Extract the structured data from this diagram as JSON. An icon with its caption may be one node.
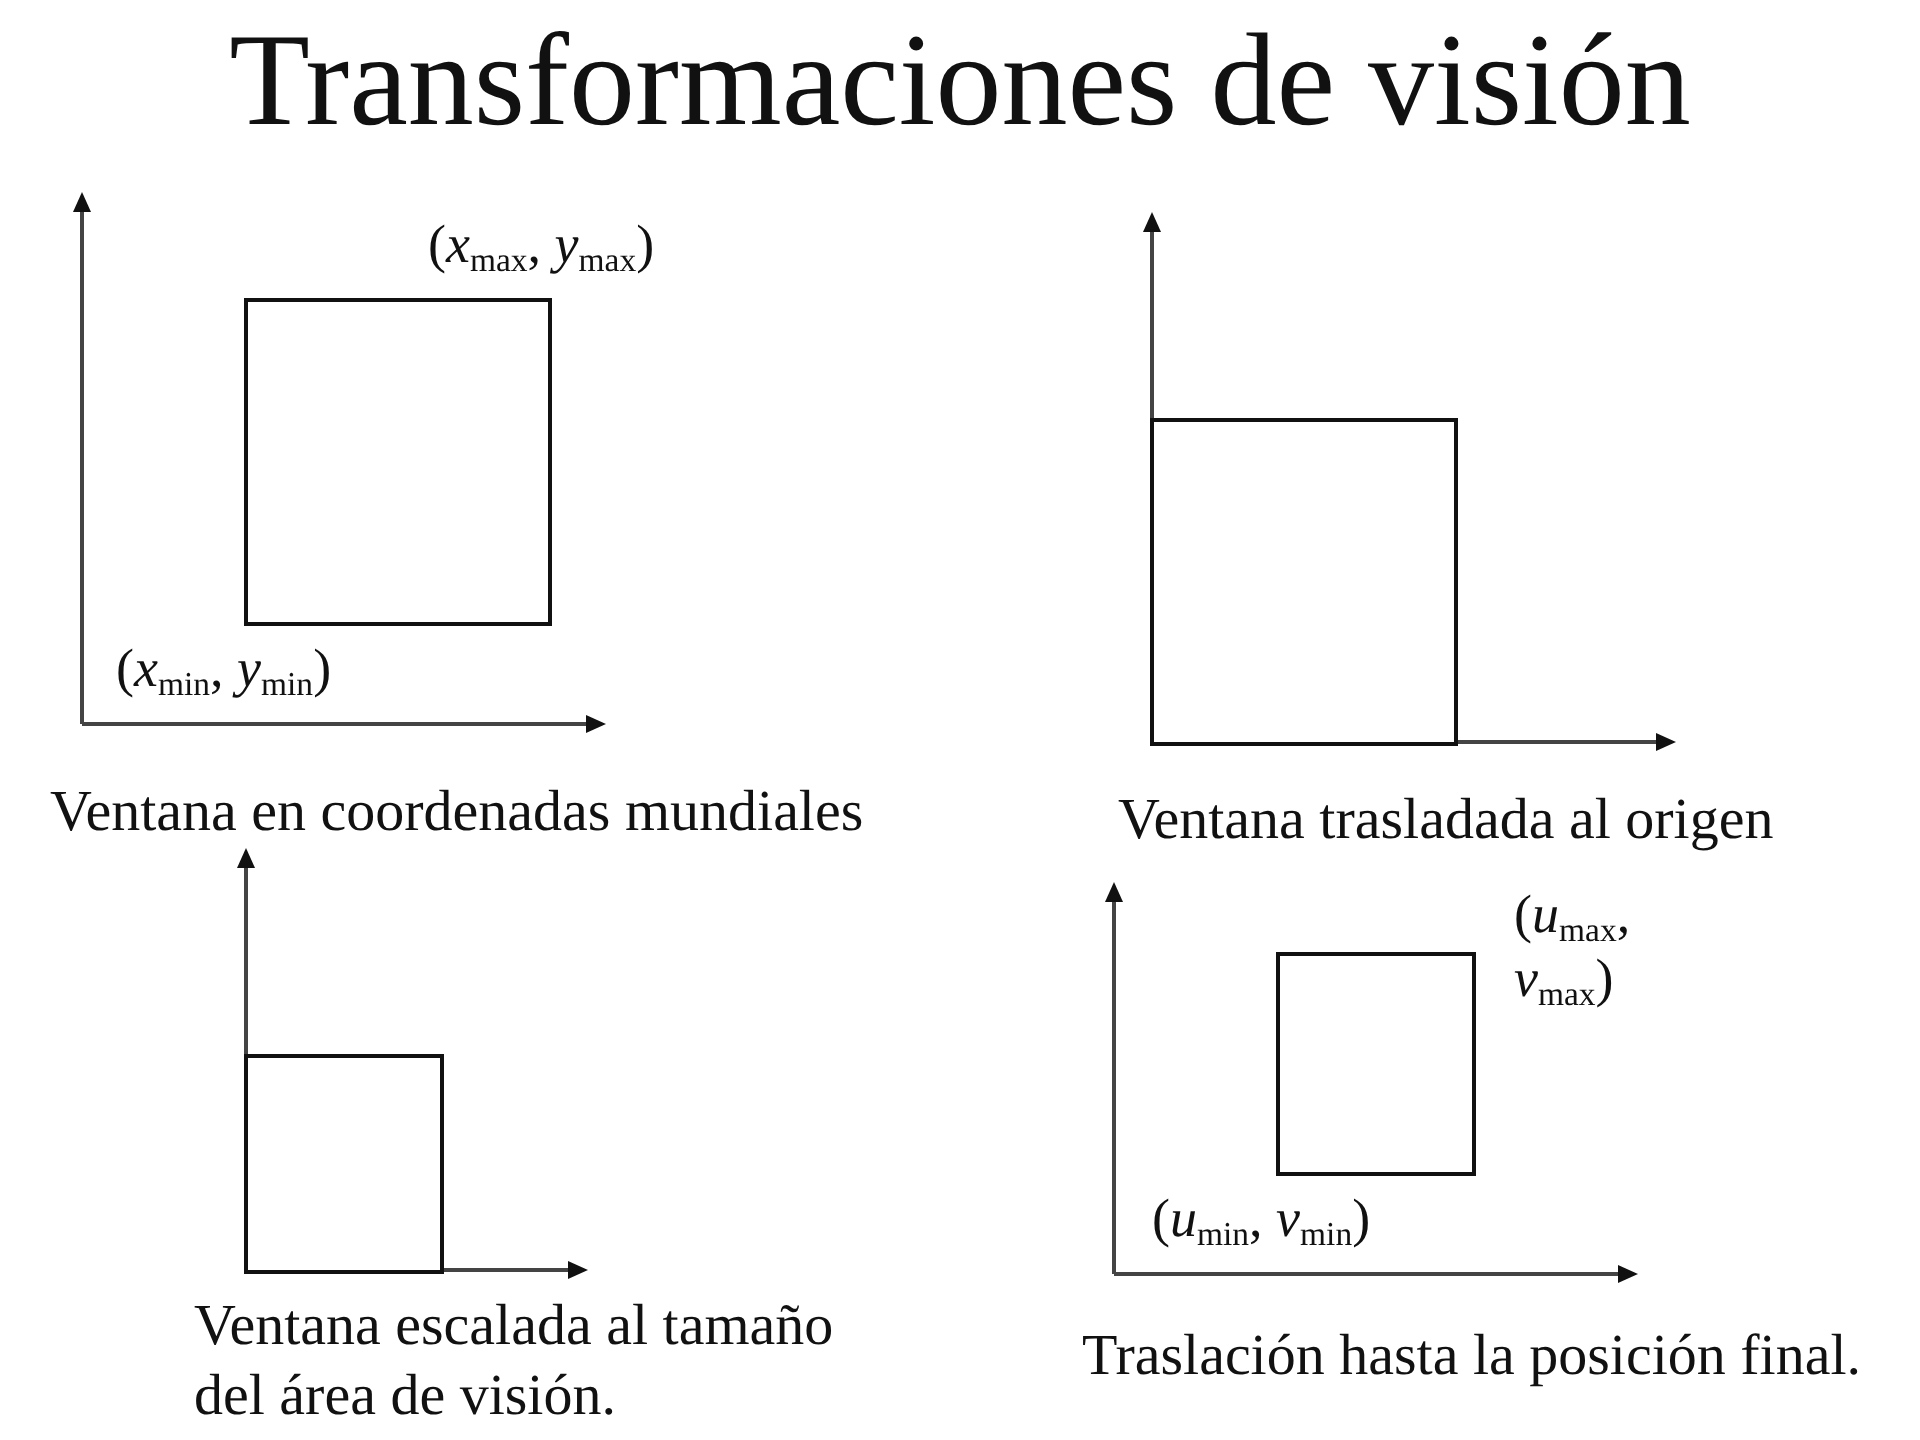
{
  "diagram": {
    "title": "Transformaciones de visión",
    "nodes": [
      {
        "text": [],
        "shape": "box",
        "beside": [
          "(*x*$_{max}$, *y*$_{max}$)",
          "(*x*$_{min}$, *y*$_{min}$)"
        ]
      },
      {
        "text": [],
        "shape": "box"
      },
      {
        "text": [],
        "shape": "box"
      },
      {
        "text": [],
        "shape": "box",
        "beside": [
          "(*u*$_{max}$, *v*$_{max}$)",
          "(*u*$_{min}$, *v*$_{min}$)"
        ]
      }
    ],
    "labels": [
      "Ventana en coordenadas mundiales",
      "Ventana trasladada al origen",
      "Ventana escalada al tamaño del área de visión.",
      "Traslación hasta la posición final."
    ]
  }
}
